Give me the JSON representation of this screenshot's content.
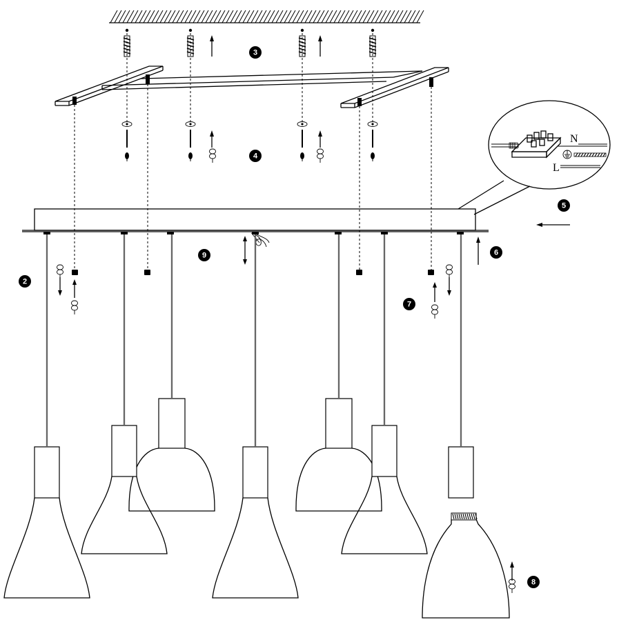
{
  "steps": [
    {
      "id": "step-2",
      "label": "2"
    },
    {
      "id": "step-3",
      "label": "3"
    },
    {
      "id": "step-4",
      "label": "4"
    },
    {
      "id": "step-5",
      "label": "5"
    },
    {
      "id": "step-6",
      "label": "6"
    },
    {
      "id": "step-7",
      "label": "7"
    },
    {
      "id": "step-8",
      "label": "8"
    },
    {
      "id": "step-9",
      "label": "9"
    }
  ],
  "wiring": {
    "neutral_label": "N",
    "live_label": "L"
  },
  "lamp_count": 7,
  "shade_types": [
    "cone",
    "dome"
  ]
}
